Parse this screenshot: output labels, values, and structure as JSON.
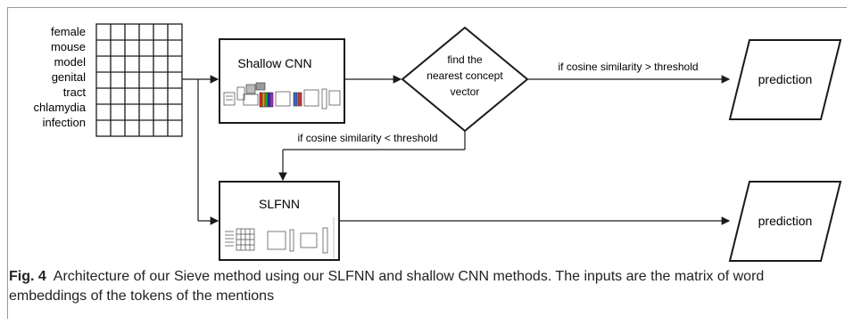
{
  "tokens": [
    "female",
    "mouse",
    "model",
    "genital",
    "tract",
    "chlamydia",
    "infection"
  ],
  "boxes": {
    "shallow_cnn": "Shallow CNN",
    "slfnn": "SLFNN",
    "decision": [
      "find the",
      "nearest concept",
      "vector"
    ],
    "prediction_top": "prediction",
    "prediction_bottom": "prediction"
  },
  "edges": {
    "above_threshold": "if cosine similarity > threshold",
    "below_threshold": "if cosine similarity < threshold"
  },
  "caption": {
    "figure_number": "Fig. 4",
    "text": "Architecture of our Sieve method using our SLFNN and shallow CNN methods. The inputs are the matrix of word embeddings of the tokens of the mentions"
  }
}
